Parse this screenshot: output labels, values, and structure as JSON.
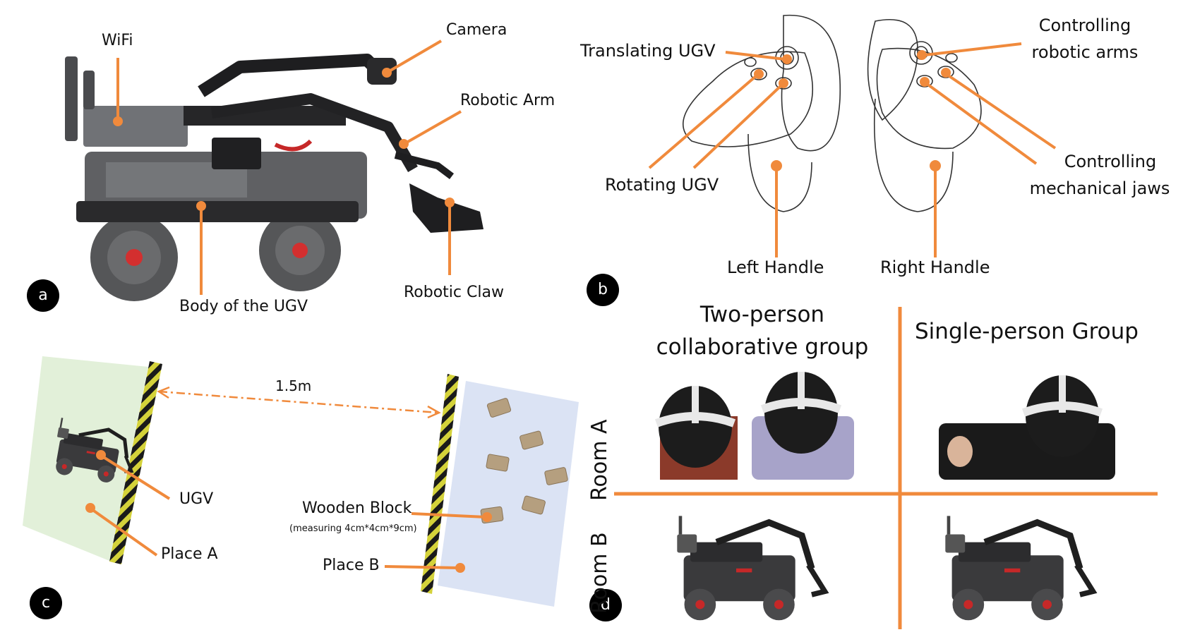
{
  "colors": {
    "accent": "#f08a3c",
    "hazard_yellow": "#d4d23a",
    "placeA_fill": "#e2f0d9",
    "placeB_fill": "#dbe3f4"
  },
  "panel_a": {
    "badge": "a",
    "labels": {
      "wifi": "WiFi",
      "camera": "Camera",
      "robotic_arm": "Robotic Arm",
      "body": "Body of the UGV",
      "robotic_claw": "Robotic Claw"
    }
  },
  "panel_b": {
    "badge": "b",
    "labels": {
      "translating": "Translating UGV",
      "rotating": "Rotating UGV",
      "controlling_arms_1": "Controlling",
      "controlling_arms_2": "robotic arms",
      "controlling_jaws_1": "Controlling",
      "controlling_jaws_2": "mechanical jaws",
      "left_handle": "Left Handle",
      "right_handle": "Right Handle"
    }
  },
  "panel_c": {
    "badge": "c",
    "distance": "1.5m",
    "labels": {
      "ugv": "UGV",
      "place_a": "Place A",
      "wooden_block": "Wooden Block",
      "block_size": "(measuring 4cm*4cm*9cm)",
      "place_b": "Place B"
    }
  },
  "panel_d": {
    "badge": "d",
    "col1_line1": "Two-person",
    "col1_line2": "collaborative group",
    "col2": "Single-person Group",
    "row1": "Room A",
    "row2": "Room B"
  }
}
